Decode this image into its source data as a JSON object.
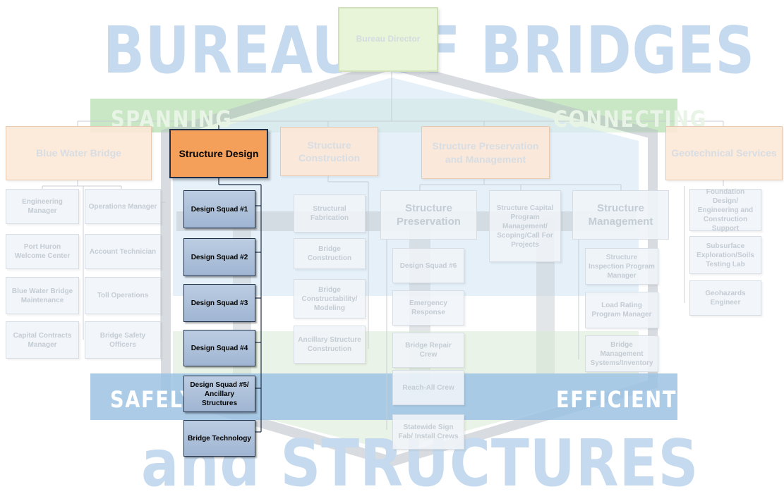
{
  "watermark": {
    "top": "BUREAU OF BRIDGES",
    "bottom": "and STRUCTURES"
  },
  "bands": {
    "top_left": "SPANNING",
    "top_right": "CONNECTING",
    "bottom_left": "SAFELY",
    "bottom_right": "EFFICIENTLY"
  },
  "director": "Bureau Director",
  "departments": {
    "blue_water_bridge": "Blue Water Bridge",
    "structure_design": "Structure Design",
    "structure_construction": "Structure Construction",
    "preservation_management": "Structure Preservation and Management",
    "geotechnical": "Geotechnical Services"
  },
  "blue_water_bridge": {
    "left": [
      "Engineering Manager",
      "Port Huron Welcome Center",
      "Blue Water Bridge Maintenance",
      "Capital Contracts Manager"
    ],
    "right": [
      "Operations Manager",
      "Account Technician",
      "Toll Operations",
      "Bridge Safety Officers"
    ]
  },
  "structure_design": {
    "squads": [
      "Design Squad #1",
      "Design Squad #2",
      "Design Squad #3",
      "Design Squad #4",
      "Design Squad #5/ Ancillary Structures",
      "Bridge Technology"
    ]
  },
  "structure_construction": {
    "units": [
      "Structural Fabrication",
      "Bridge Construction",
      "Bridge Constructability/ Modeling",
      "Ancillary Structure Construction"
    ]
  },
  "structure_preservation": {
    "title": "Structure Preservation",
    "units": [
      "Design Squad #6",
      "Emergency Response",
      "Bridge Repair Crew",
      "Reach-All Crew",
      "Statewide Sign Fab/ Install Crews"
    ]
  },
  "capital_program": "Structure Capital Program Management/ Scoping/Call For Projects",
  "structure_management": {
    "title": "Structure Management",
    "units": [
      "Structure Inspection Program Manager",
      "Load Rating Program Manager",
      "Bridge Management Systems/Inventory"
    ]
  },
  "geotechnical": {
    "units": [
      "Foundation Design/ Engineering and Construction Support",
      "Subsurface Exploration/Soils Testing Lab",
      "Geohazards Engineer"
    ]
  },
  "colors": {
    "design_highlight": "#f4a05a",
    "squad_fill": "#a9bdd8",
    "band_green": "#b5ddb0",
    "band_blue": "#9cc2e3",
    "watermark": "#c5daee",
    "connector_dark": "#1f2f48"
  }
}
